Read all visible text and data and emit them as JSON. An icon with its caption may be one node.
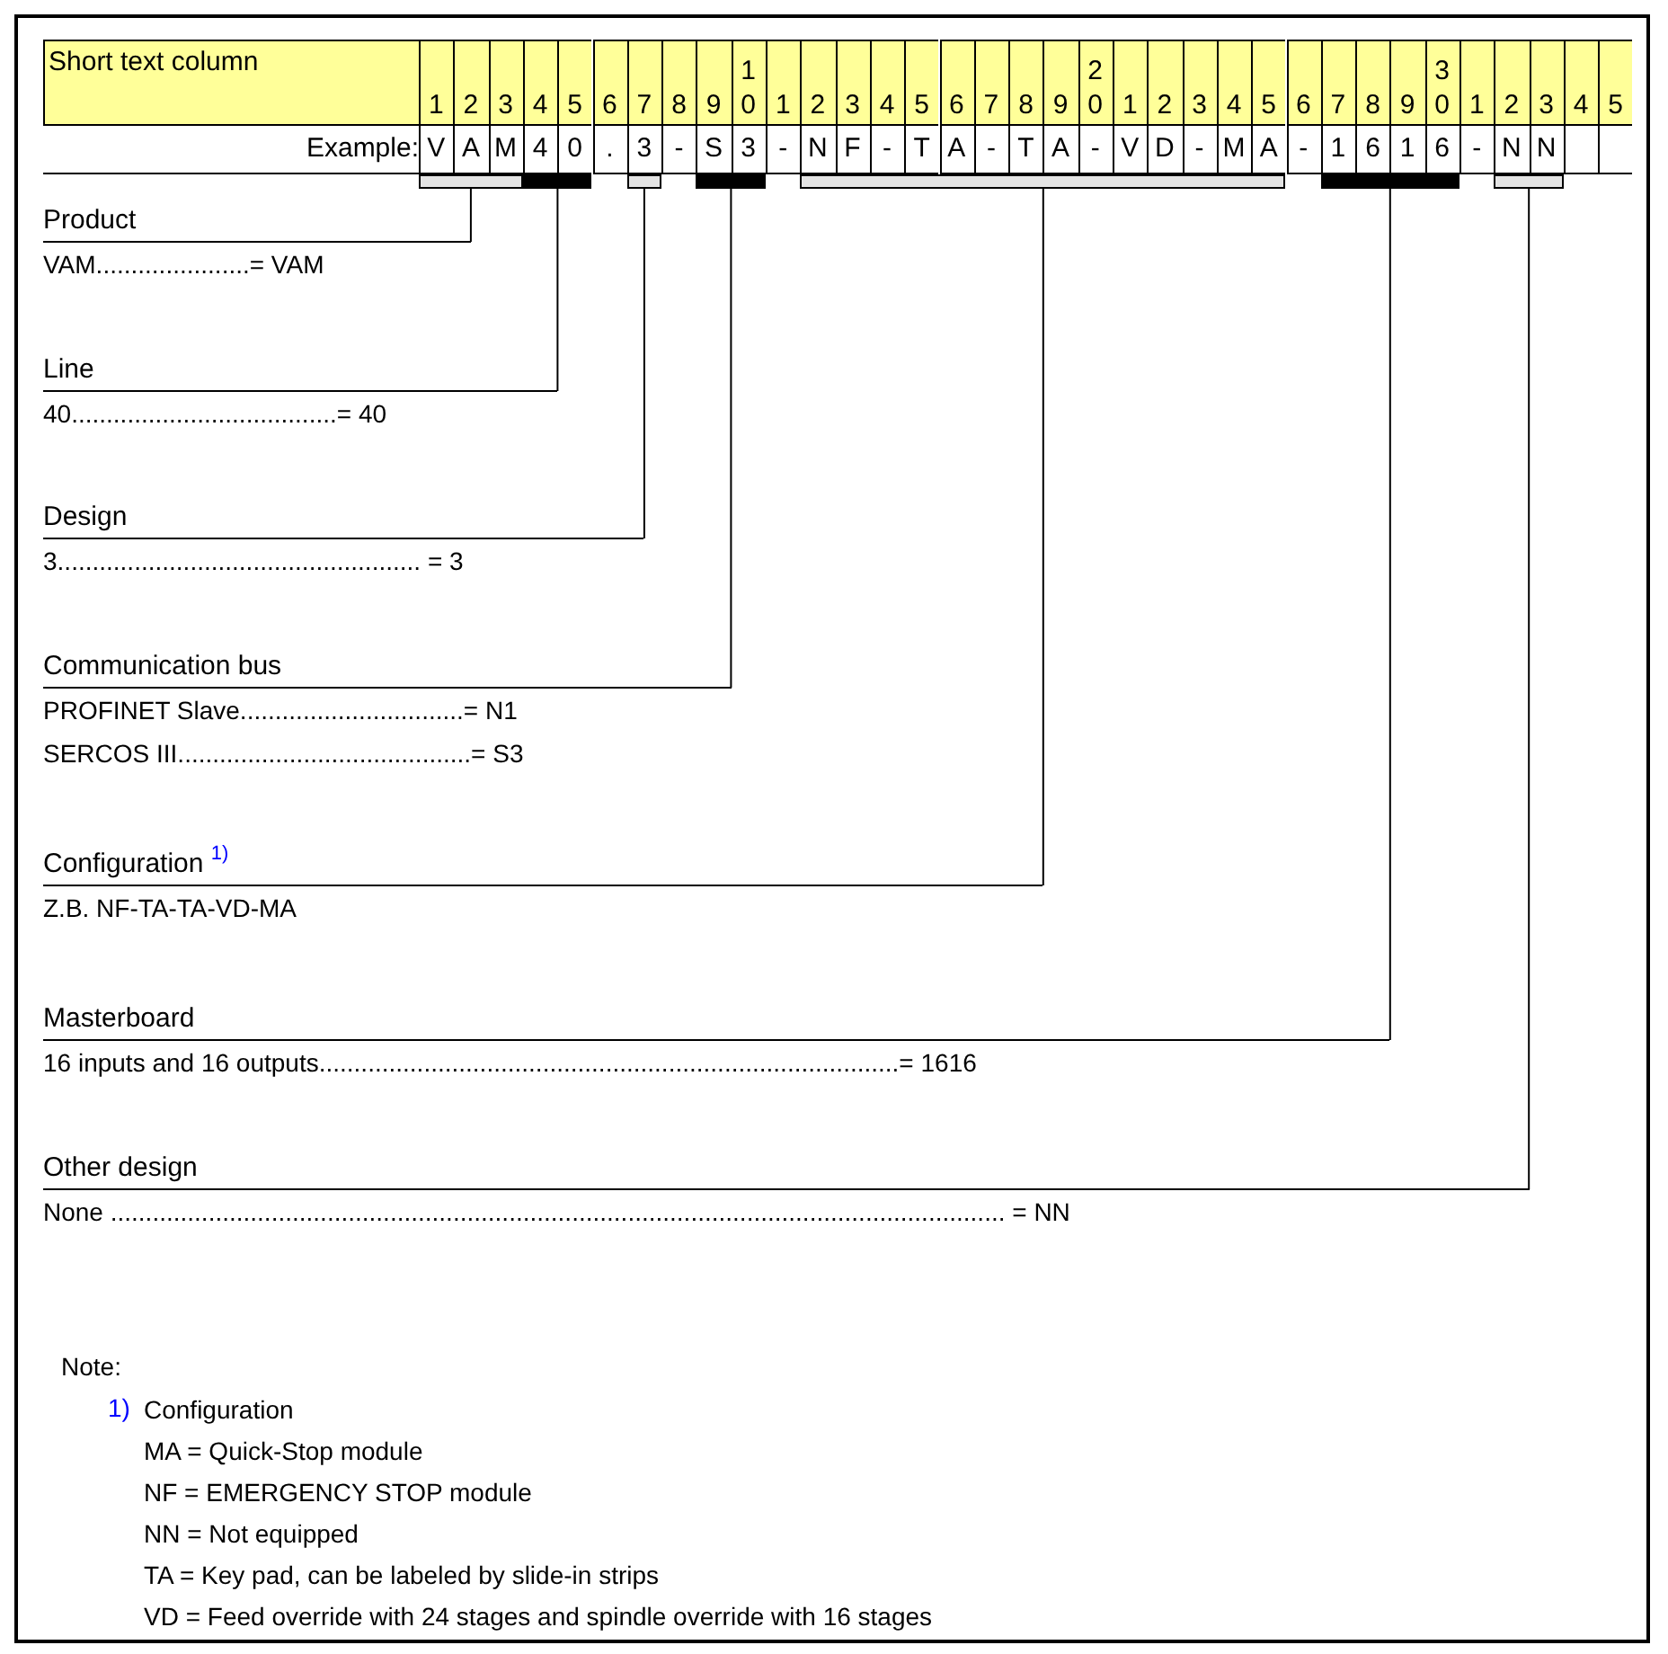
{
  "diagram": {
    "nodes": [
      {
        "text": [],
        "shape": "bar"
      },
      {
        "text": [],
        "shape": "bar"
      },
      {
        "text": [],
        "shape": "bar"
      },
      {
        "text": [],
        "shape": "bar"
      },
      {
        "text": [],
        "shape": "bar"
      },
      {
        "text": [],
        "shape": "bar"
      },
      {
        "text": [],
        "shape": "bar"
      },
      {
        "text": [
          "Product"
        ],
        "beside": [
          "VAM......................= VAM"
        ]
      },
      {
        "text": [
          "Line"
        ],
        "beside": [
          "40......................................= 40"
        ]
      },
      {
        "text": [
          "Design"
        ],
        "beside": [
          "3.................................................... = 3"
        ]
      },
      {
        "text": [
          "Communication bus"
        ],
        "beside": [
          "PROFINET Slave................................= N1",
          "SERCOS III..........................................= S3"
        ]
      },
      {
        "text": [
          "Configuration $^{1)}$"
        ],
        "beside": [
          "Z.B. NF-TA-TA-VD-MA"
        ]
      },
      {
        "text": [
          "Masterboard"
        ],
        "beside": [
          "16 inputs and 16 outputs...................................................................................= 1616"
        ]
      },
      {
        "text": [
          "Other design"
        ],
        "beside": [
          "None ................................................................................................................................ = NN"
        ]
      }
    ],
    "edges": [
      {
        "from": 7,
        "to": 0,
        "arrow": "none"
      },
      {
        "from": 8,
        "to": 1,
        "arrow": "none"
      },
      {
        "from": 9,
        "to": 2,
        "arrow": "none"
      },
      {
        "from": 10,
        "to": 3,
        "arrow": "none"
      },
      {
        "from": 11,
        "to": 4,
        "arrow": "none"
      },
      {
        "from": 12,
        "to": 5,
        "arrow": "none"
      },
      {
        "from": 13,
        "to": 6,
        "arrow": "none"
      }
    ],
    "labels": [
      "Short text column",
      "1",
      "2",
      "3",
      "1",
      "2",
      "3",
      "4",
      "5",
      "6",
      "7",
      "8",
      "9",
      "0",
      "1",
      "2",
      "3",
      "4",
      "5",
      "6",
      "7",
      "8",
      "9",
      "0",
      "1",
      "2",
      "3",
      "4",
      "5",
      "6",
      "7",
      "8",
      "9",
      "0",
      "1",
      "2",
      "3",
      "4",
      "5",
      "Example:",
      "V",
      "A",
      "M",
      "4",
      "0",
      ".",
      "3",
      "-",
      "S",
      "3",
      "-",
      "N",
      "F",
      "-",
      "T",
      "A",
      "-",
      "T",
      "A",
      "-",
      "V",
      "D",
      "-",
      "M",
      "A",
      "-",
      "1",
      "6",
      "1",
      "6",
      "-",
      "N",
      "N",
      "Note:",
      "1)",
      "Configuration",
      "MA = Quick-Stop module",
      "NF = EMERGENCY STOP module",
      "NN = Not equipped",
      "TA = Key pad, can be labeled by slide-in strips",
      "VD = Feed override with 24 stages and spindle override with 16 stages"
    ]
  }
}
